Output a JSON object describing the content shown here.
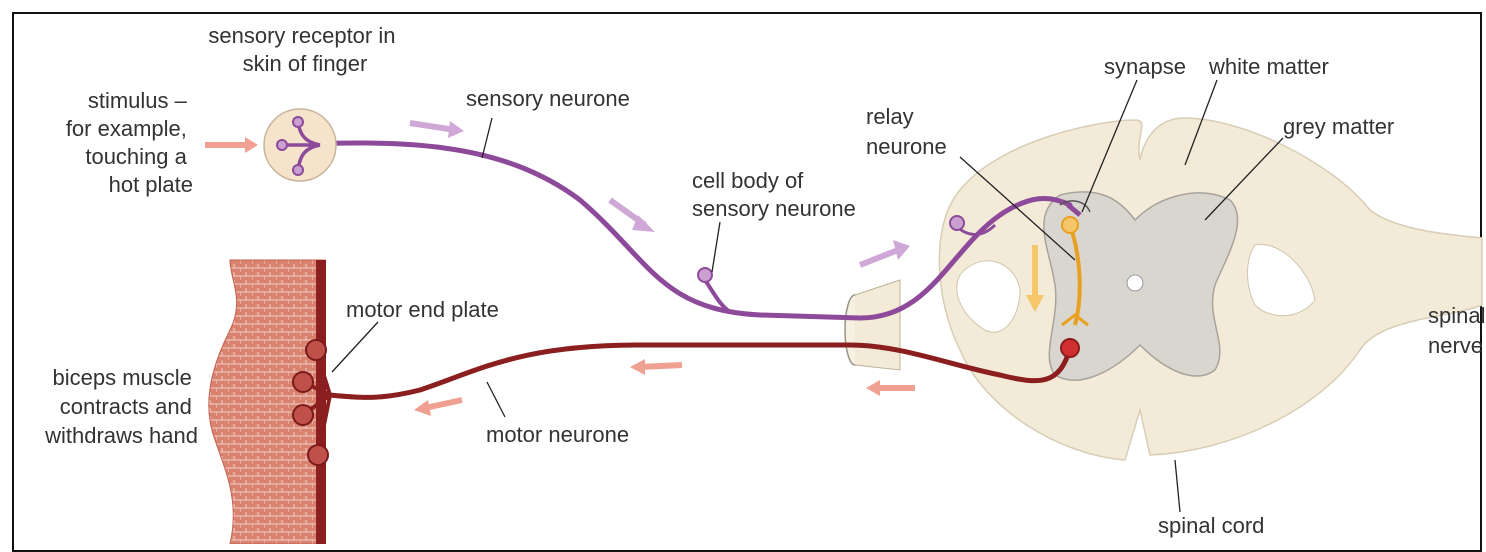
{
  "labels": {
    "stimulus": [
      "stimulus –",
      "for example,",
      "touching a",
      "hot plate"
    ],
    "receptor": [
      "sensory receptor in",
      "skin of finger"
    ],
    "sensory_neurone": "sensory neurone",
    "cell_body": [
      "cell body of",
      "sensory neurone"
    ],
    "relay_neurone": [
      "relay",
      "neurone"
    ],
    "synapse": "synapse",
    "white_matter": "white matter",
    "grey_matter": "grey matter",
    "spinal_nerve": [
      "spinal",
      "nerve"
    ],
    "motor_end_plate": "motor end plate",
    "biceps": [
      "biceps muscle",
      "contracts and",
      "withdraws hand"
    ],
    "motor_neurone": "motor neurone",
    "spinal_cord": "spinal cord"
  },
  "colors": {
    "sensory": "#8e4a9a",
    "motor": "#8b1e1e",
    "relay": "#e8a020",
    "cord": "#f3ead8",
    "grey": "#d9d6d0",
    "muscle": "#d87a6a"
  }
}
